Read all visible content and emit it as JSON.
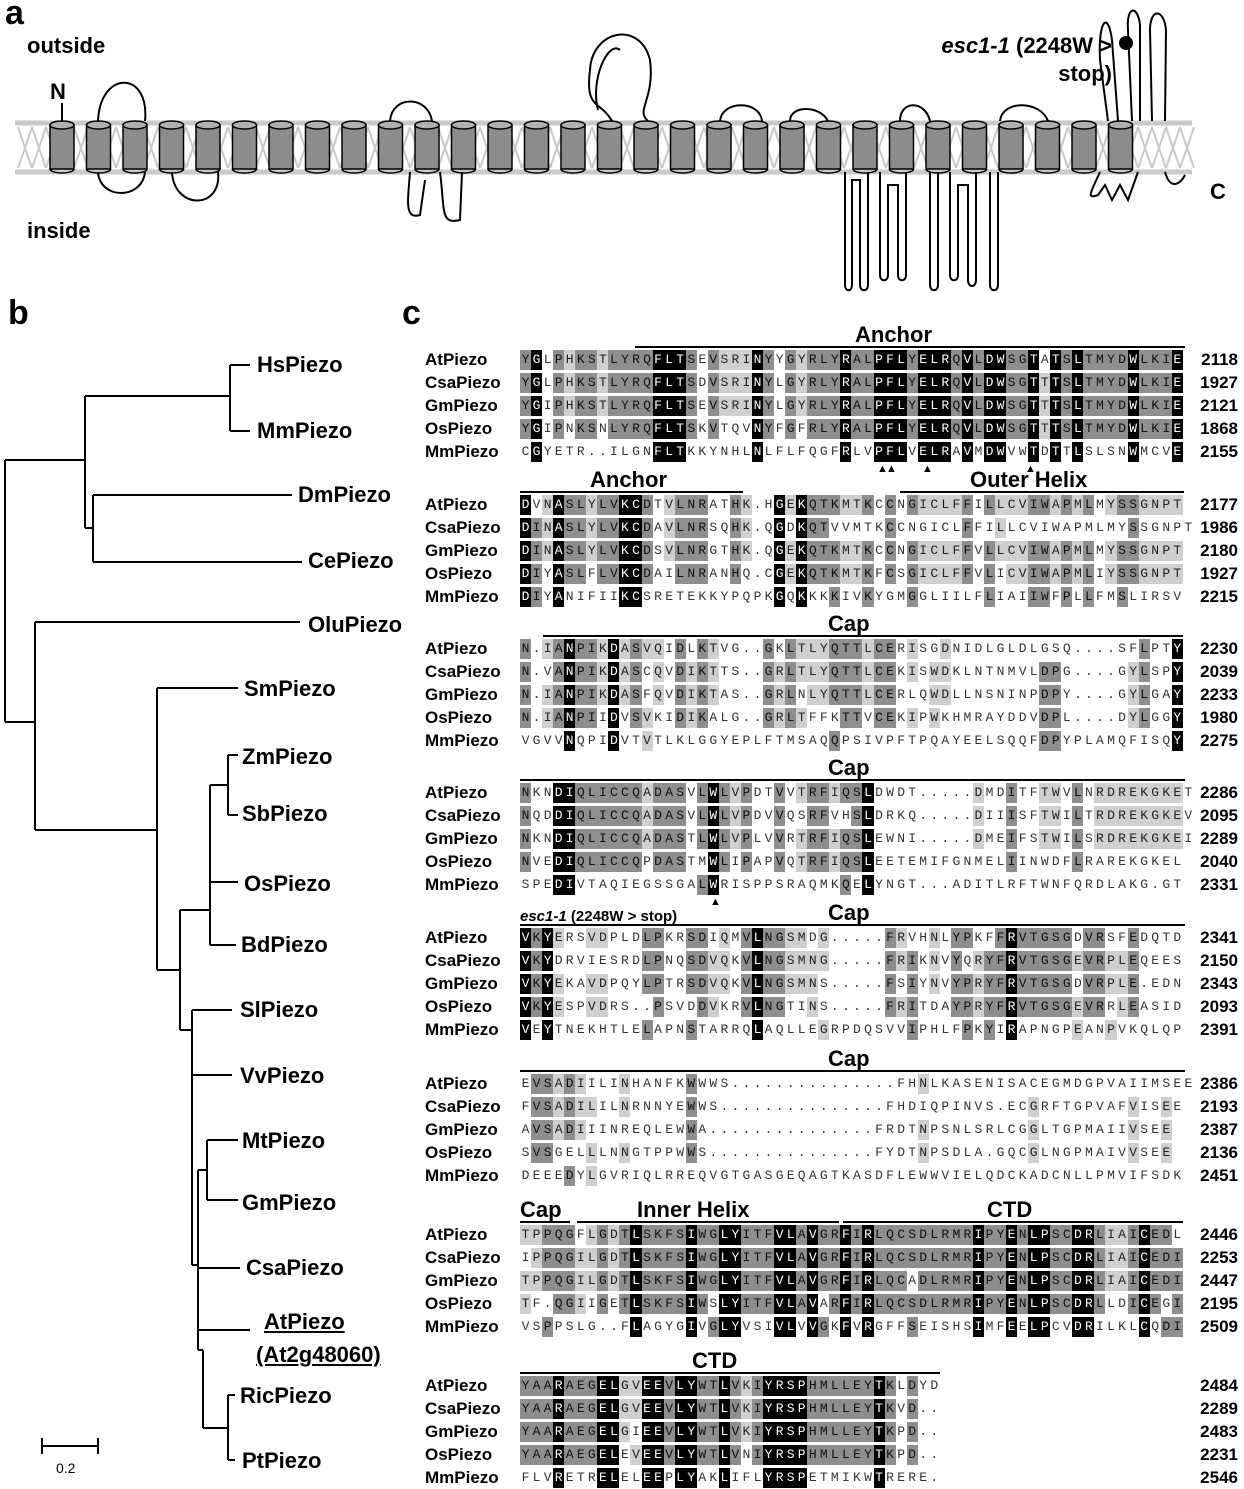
{
  "panel_a": {
    "label": "a",
    "outside": "outside",
    "inside": "inside",
    "n_term": "N",
    "c_term": "C",
    "mutation_name": "esc1-1",
    "mutation_detail_1": "(2248W >",
    "mutation_detail_2": "stop)"
  },
  "panel_b": {
    "label": "b",
    "scale_label": "0.2",
    "taxa": {
      "hs": "HsPiezo",
      "mm": "MmPiezo",
      "dm": "DmPiezo",
      "ce": "CePiezo",
      "olu": "OluPiezo",
      "sm": "SmPiezo",
      "zm": "ZmPiezo",
      "sb": "SbPiezo",
      "os": "OsPiezo",
      "bd": "BdPiezo",
      "sl": "SlPiezo",
      "vv": "VvPiezo",
      "mt": "MtPiezo",
      "gm": "GmPiezo",
      "csa": "CsaPiezo",
      "at": "AtPiezo",
      "at_locus": "(At2g48060)",
      "ric": "RicPiezo",
      "pt": "PtPiezo"
    }
  },
  "panel_c": {
    "label": "c",
    "mutation_note": "esc1-1",
    "mutation_note_detail": "(2248W > stop)",
    "blocks": [
      {
        "domains": [
          {
            "name": "Anchor"
          }
        ],
        "rows": [
          {
            "name": "AtPiezo",
            "seq": "YGLPHKSTLYRQFLTSEVSRINYYGYRLYRALPFLYELRQVLDWSGTATSLTMYDWLKIE",
            "num": "2118"
          },
          {
            "name": "CsaPiezo",
            "seq": "YGLPHKSTLYRQFLTSDVSRINYLGYRLYRALPFLYELRQVLDWSGTTTSLTMYDWLKIE",
            "num": "1927"
          },
          {
            "name": "GmPiezo",
            "seq": "YGIPHKSTLYRQFLTSEVSRINYLGYRLYRALPFLYELRQVLDWSGTTTSLTMYDWLKIE",
            "num": "2121"
          },
          {
            "name": "OsPiezo",
            "seq": "YGIPNKSNLYRQFLTSKVTQVNYFGFRLYRALPFLYELRQVLDWSGTTTSLTMYDWLKIE",
            "num": "1868"
          },
          {
            "name": "MmPiezo",
            "seq": "CGYETR..ILGNFLTKKYNHLNLFLFQGFRLVPFLVELRAVMDWVWTDTTLSLSNWMCVE",
            "num": "2155"
          }
        ],
        "arrows_below": true
      },
      {
        "domains": [
          {
            "name": "Anchor"
          },
          {
            "name": "Outer Helix"
          }
        ],
        "rows": [
          {
            "name": "AtPiezo",
            "seq": "DVNASLYLVKCDTVLNRATHK.HGEKQTKMTKCCNGICLFFILLCVIWAPMLMYSSGNPT",
            "num": "2177"
          },
          {
            "name": "CsaPiezo",
            "seq": "DINASLYLVKCDAVLNRSQHK.QGDKQTVVMTKCCNGICLFFILLCVIWAPMLMYSSGNPT",
            "num": "1986"
          },
          {
            "name": "GmPiezo",
            "seq": "DINASLYLVKCDSVLNRGTHK.QGEKQTKMTKCCNGICLFFVLLCVIWAPMLMYSSGNPT",
            "num": "2180"
          },
          {
            "name": "OsPiezo",
            "seq": "DIYASLFLVKCDAILNRANHQ.CGEKQTKMTKFCSGICLFFVLICVIWAPMLIYSSGNPT",
            "num": "1927"
          },
          {
            "name": "MmPiezo",
            "seq": "DIYANIFIIKCSRETEKKYPQPKGQKKKKIVKYGMGGLIILFLIAIIWFPLLFMSLIRSV",
            "num": "2215"
          }
        ]
      },
      {
        "domains": [
          {
            "name": "Cap"
          }
        ],
        "rows": [
          {
            "name": "AtPiezo",
            "seq": "N.IANPIKDASVQIDLKTVG..GKLTLYQTTLCERISGDNIDLGLDLGSQ....SFLPTY",
            "num": "2230"
          },
          {
            "name": "CsaPiezo",
            "seq": "N.VANPIKDASCQVDIKTTS..GRLTLYQTTLCEKISWDKLNTNMVLDPG....GYLSPY",
            "num": "2039"
          },
          {
            "name": "GmPiezo",
            "seq": "N.IANPIKDASFQVDIKTAS..GRLNLYQTTLCERLQWDLLNSNINPDPY....GYLGAY",
            "num": "2233"
          },
          {
            "name": "OsPiezo",
            "seq": "N.IANPIIDVSVKIDIKALG..GRLTFFKTTVCEKIPWKHMRAYDDVDPL....DYLGGY",
            "num": "1980"
          },
          {
            "name": "MmPiezo",
            "seq": "VGVVNQPIDVTVTLKLGGYEPLFTMSAQQPSIVPFTPQAYEELSQQFDPYPLAMQFISQY",
            "num": "2275"
          }
        ]
      },
      {
        "domains": [
          {
            "name": "Cap"
          }
        ],
        "rows": [
          {
            "name": "AtPiezo",
            "seq": "NKNDIQLICCQADASVLWLVPDTVVTRFIQSLDWDT.....DMDITFTWVLNRDREKGKET",
            "num": "2286"
          },
          {
            "name": "CsaPiezo",
            "seq": "NQDDIQLICCQADASVLWLVPDVVQSRFVHSLDRKQ.....DIIISFTWILTRDREKGKEV",
            "num": "2095"
          },
          {
            "name": "GmPiezo",
            "seq": "NKNDIQLICCQADASTLWLVPLVVRTRFIQSLEWNI.....DMEIFSTWILSRDREKGKEI",
            "num": "2289"
          },
          {
            "name": "OsPiezo",
            "seq": "NVEDIQLICCQPDASTMWLIPAPVQTRFIQSLEETEMIFGNMELIINWDFLRAREKGKEL",
            "num": "2040"
          },
          {
            "name": "MmPiezo",
            "seq": "SPEDIVTAQIEGSSGALWRISPPSRAQMKQELYNGT...ADITLRFTWNFQRDLAKG.GT",
            "num": "2331"
          }
        ],
        "arrows_below": true,
        "note_below": true
      },
      {
        "domains": [
          {
            "name": "Cap"
          }
        ],
        "rows": [
          {
            "name": "AtPiezo",
            "seq": "VKYERSVDPLDLPKRSDIQMVLNGSMDG.....FRVHNLYPKFFRVTGSGDVRSFEDQTD",
            "num": "2341"
          },
          {
            "name": "CsaPiezo",
            "seq": "VKYDRVIESRDLPNQSDVQKVLNGSMNG.....FRIKNVYQRYFRVTGSGEVRPLEQEES",
            "num": "2150"
          },
          {
            "name": "GmPiezo",
            "seq": "VKYEKAVDPQYLPTRSDVQKVLNGSMNS.....FSIYNVYPRYFRVTGSGDVRPLE.EDN",
            "num": "2343"
          },
          {
            "name": "OsPiezo",
            "seq": "VKYESPVDRS..PSVDDVKRVLNGTINS.....FRITDAYPRYFRVTGSGEVRRLEASID",
            "num": "2093"
          },
          {
            "name": "MmPiezo",
            "seq": "VEYTNEKHTLELAPNSTARRQLAQLLEGRPDQSVVIPHLFPKYIRAPNGPEANPVKQLQP",
            "num": "2391"
          }
        ]
      },
      {
        "domains": [
          {
            "name": "Cap"
          }
        ],
        "rows": [
          {
            "name": "AtPiezo",
            "seq": "EVSADIILINHANFKWWWS...............FHNLKASENISACEGMDGPVAIIMSEE",
            "num": "2386"
          },
          {
            "name": "CsaPiezo",
            "seq": "FVSADILILNRNNYEWWS...............FHDIQPINVS.ECGRFTGPVAFVISEE",
            "num": "2193"
          },
          {
            "name": "GmPiezo",
            "seq": "AVSADIIINREQLEWWA...............FRDTNPSNLSRLCGGLTGPMAIIVSEE",
            "num": "2387"
          },
          {
            "name": "OsPiezo",
            "seq": "SVSGELLLNNGTPPWWS...............FYDTNPSDLA.GQCGLNGPMAIVVSEE",
            "num": "2136"
          },
          {
            "name": "MmPiezo",
            "seq": "DEEEDYLGVRIQLRREQVGTGASGEQAGTKASDFLEWWVIELQDCKADCNLLPMVIFSDK",
            "num": "2451"
          }
        ]
      },
      {
        "domains": [
          {
            "name": "Cap"
          },
          {
            "name": "Inner Helix"
          },
          {
            "name": "CTD"
          }
        ],
        "rows": [
          {
            "name": "AtPiezo",
            "seq": "TPPQGFLGDTLSKFSIWGLYITFVLAVGRFIRLQCSDLRMRIPYENLPSCDRLIAICEDL",
            "num": "2446"
          },
          {
            "name": "CsaPiezo",
            "seq": "IPPQGILGDTLSKFSIWGLYITFVLAVGRFIRLQCSDLRMRIPYENLPSCDRLIAICEDI",
            "num": "2253"
          },
          {
            "name": "GmPiezo",
            "seq": "TPPQGILGDTLSKFSIWGLYITFVLAVGRFIRLQCADLRMRIPYENLPSCDRLIAICEDI",
            "num": "2447"
          },
          {
            "name": "OsPiezo",
            "seq": "TF.QGIIGETLSKFSIWSLYITFVLAVARFIRLQCSDLRMRIPYENLPSCDRLLDICEGI",
            "num": "2195"
          },
          {
            "name": "MmPiezo",
            "seq": "VSPPSLG..FLAGYGIVGLYVSIVLVVGKFVRGFFSEISHSIMFEELPCVDRILKLCQDI",
            "num": "2509"
          }
        ]
      },
      {
        "domains": [
          {
            "name": "CTD"
          }
        ],
        "rows": [
          {
            "name": "AtPiezo",
            "seq": "YAARAEGELGVEEVLYWTLVKIYRSPHMLLEYTKLDYD",
            "num": "2484"
          },
          {
            "name": "CsaPiezo",
            "seq": "YAARAEGELGVEEVLYWTLVKIYRSPHMLLEYTKVD..",
            "num": "2289"
          },
          {
            "name": "GmPiezo",
            "seq": "YAARAEGELGIEEVLYWTLVKIYRSPHMLLEYTKPD..",
            "num": "2483"
          },
          {
            "name": "OsPiezo",
            "seq": "YAARAEGELEVEEVLYWTLVNIYRSPHMLLEYTKPD..",
            "num": "2231"
          },
          {
            "name": "MmPiezo",
            "seq": "FLVRETRELELEEPLYAKLIFLYRSPETMIKWTRERE.",
            "num": "2546"
          }
        ]
      }
    ]
  }
}
